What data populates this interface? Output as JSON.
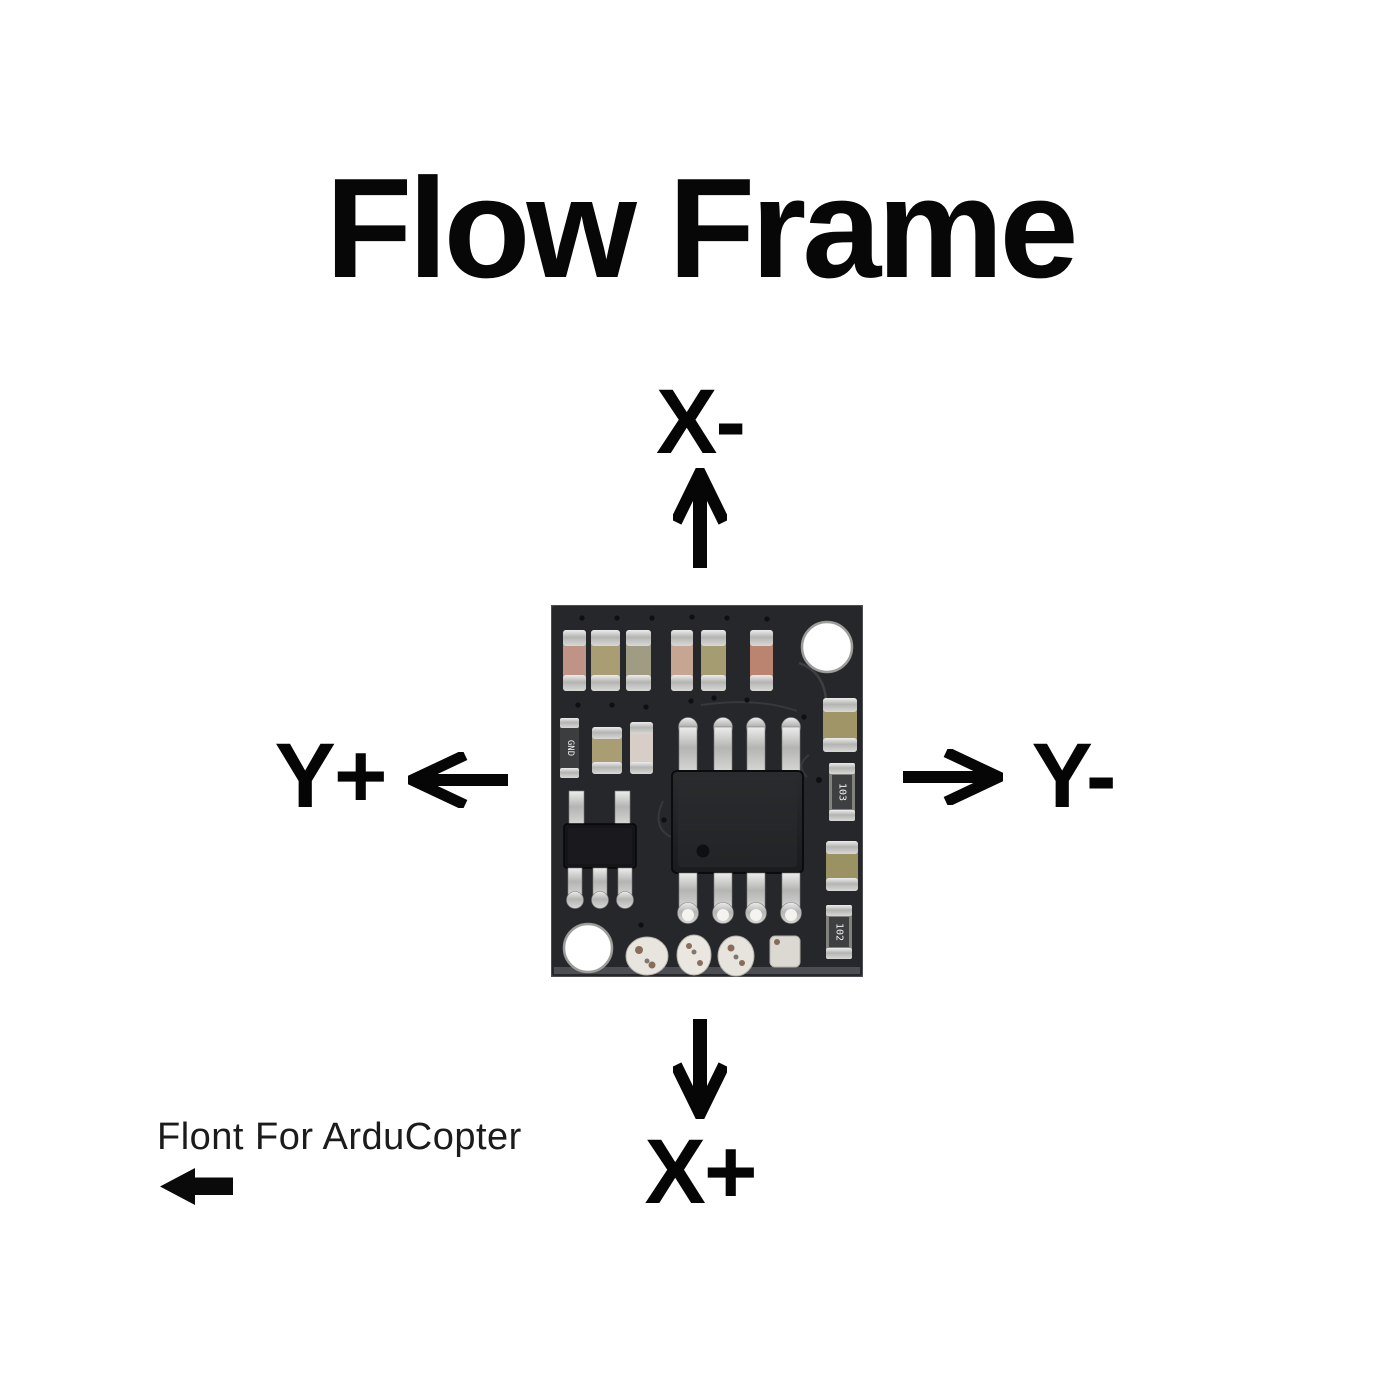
{
  "title": "Flow Frame",
  "directions": {
    "x_minus": {
      "label": "X-",
      "arrow_icon": "arrow-up"
    },
    "y_plus": {
      "label": "Y+",
      "arrow_icon": "arrow-left"
    },
    "y_minus": {
      "label": "Y-",
      "arrow_icon": "arrow-right"
    },
    "x_plus": {
      "label": "X+",
      "arrow_icon": "arrow-down"
    }
  },
  "front_note": {
    "label": "Flont For ArduCopter",
    "arrow_icon": "arrow-left-solid"
  },
  "pcb": {
    "labels": {
      "gnd": "GND",
      "r103": "103",
      "r102": "102"
    },
    "board_color": "#25272a",
    "hole_color": "#ffffff"
  },
  "colors": {
    "background": "#ffffff",
    "ink": "#000000"
  }
}
